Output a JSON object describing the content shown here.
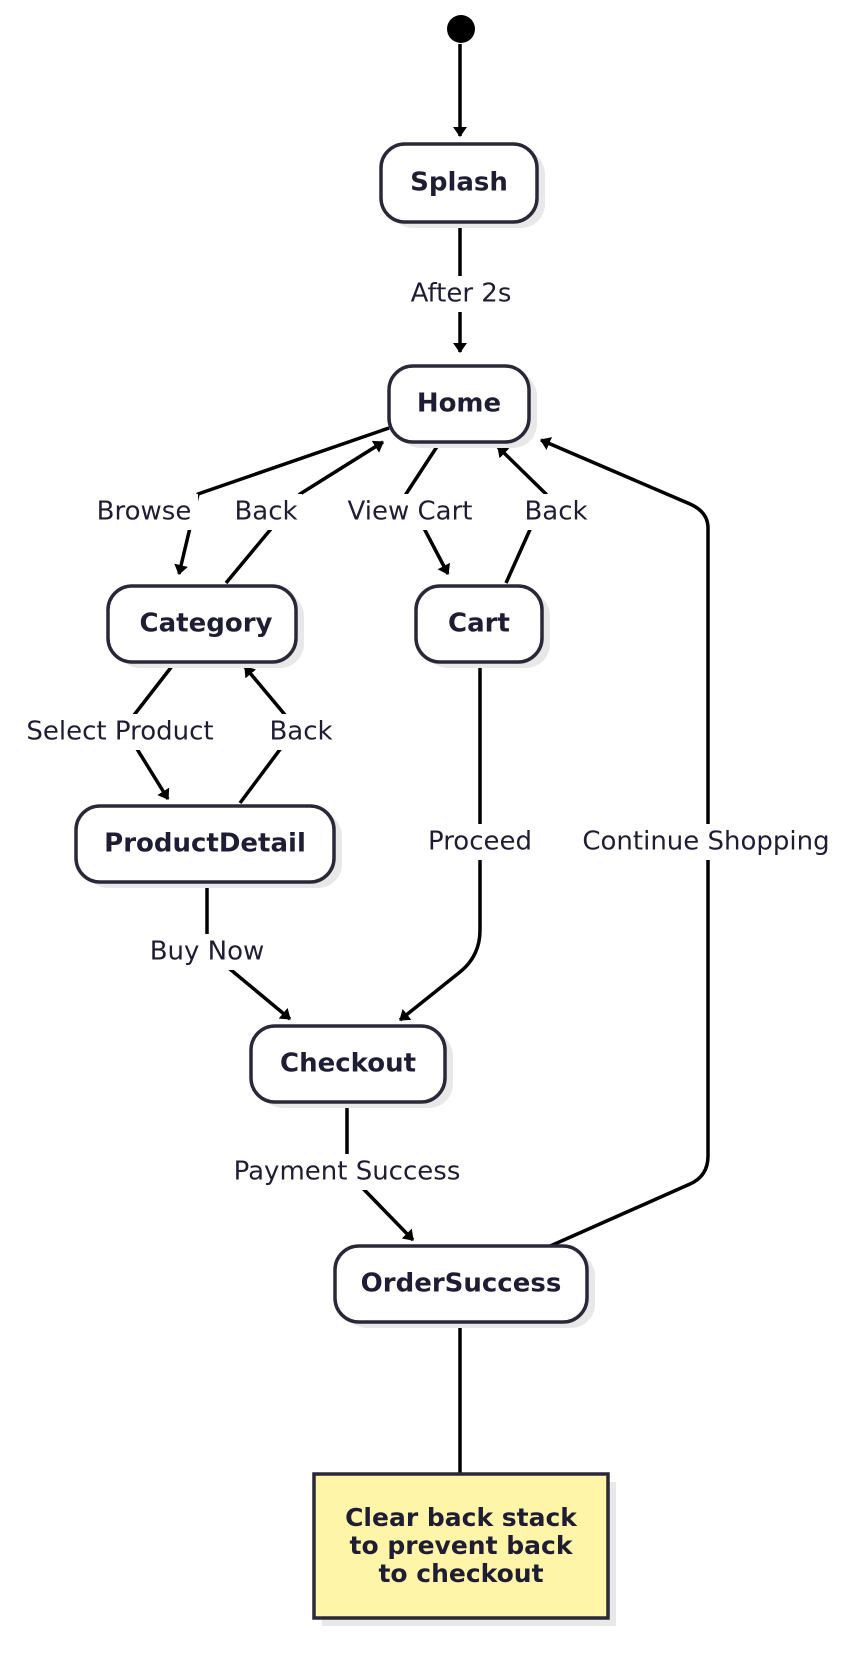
{
  "diagram": {
    "states": {
      "splash": "Splash",
      "home": "Home",
      "category": "Category",
      "cart": "Cart",
      "product_detail": "ProductDetail",
      "checkout": "Checkout",
      "order_success": "OrderSuccess"
    },
    "transitions": {
      "after_2s": "After 2s",
      "browse": "Browse",
      "category_back": "Back",
      "view_cart": "View Cart",
      "cart_back": "Back",
      "select_product": "Select Product",
      "product_back": "Back",
      "proceed": "Proceed",
      "continue_shopping": "Continue Shopping",
      "buy_now": "Buy Now",
      "payment_success": "Payment Success"
    },
    "note": {
      "lines": [
        "Clear back stack",
        "to prevent back",
        "to checkout"
      ]
    }
  }
}
